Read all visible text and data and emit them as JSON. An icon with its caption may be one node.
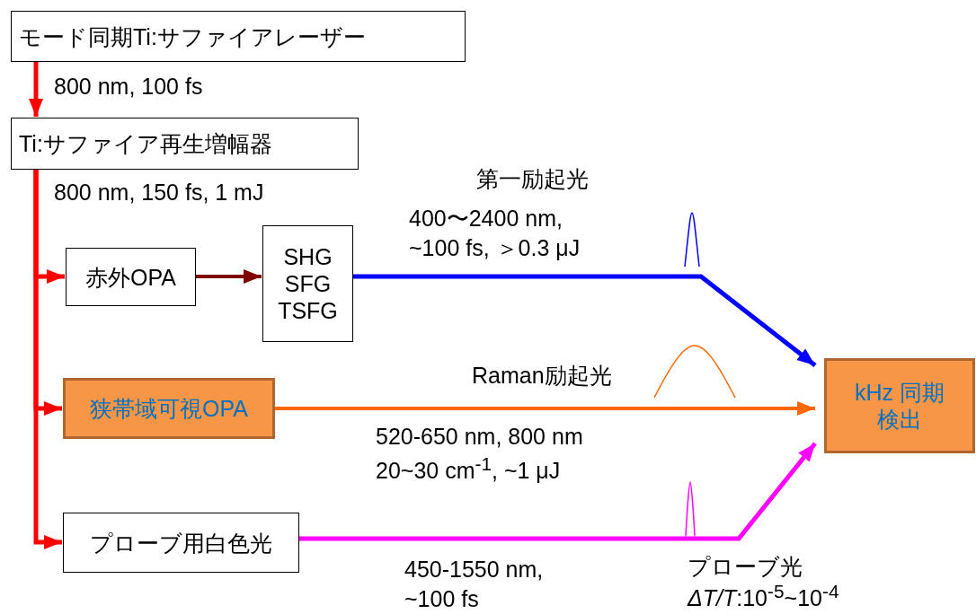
{
  "diagram": {
    "nodes": [
      {
        "text": [
          "モード同期Ti:サファイアレーザー"
        ]
      },
      {
        "text": [
          "Ti:サファイア再生増幅器"
        ]
      },
      {
        "text": [
          "赤外OPA"
        ]
      },
      {
        "text": [
          "SHG SFG TSFG"
        ]
      },
      {
        "text": [
          "狭帯域可視OPA"
        ]
      },
      {
        "text": [
          "プローブ用白色光"
        ]
      },
      {
        "text": [
          "kHz 同期検出"
        ]
      }
    ],
    "edges": [
      {
        "from": 0,
        "to": 1,
        "arrow": "to",
        "label": "800 nm, 100 fs"
      },
      {
        "from": 1,
        "to": 2,
        "arrow": "to",
        "label": "800 nm, 150 fs, 1 mJ"
      },
      {
        "from": 1,
        "to": 4,
        "arrow": "to"
      },
      {
        "from": 1,
        "to": 5,
        "arrow": "to"
      },
      {
        "from": 2,
        "to": 3,
        "arrow": "to",
        "color": "#800000"
      },
      {
        "from": 3,
        "to": 6,
        "arrow": "to",
        "label": "400〜2400 nm, ~100 fs, ＞0.3 μJ",
        "color": "#0000ff"
      },
      {
        "from": 4,
        "to": 6,
        "arrow": "to",
        "label": "520-650 nm, 800 nm 20~30 cm$^{-1}$, ~1 μJ",
        "color": "#ff6600"
      },
      {
        "from": 5,
        "to": 6,
        "arrow": "to",
        "label": "450-1550 nm, ~100 fs",
        "color": "#ff00ff"
      }
    ],
    "labels": [
      "第一励起光",
      "Raman励起光",
      "プローブ光",
      "*ΔT/T*:10$^{-5}$~10$^{-4}$"
    ]
  }
}
